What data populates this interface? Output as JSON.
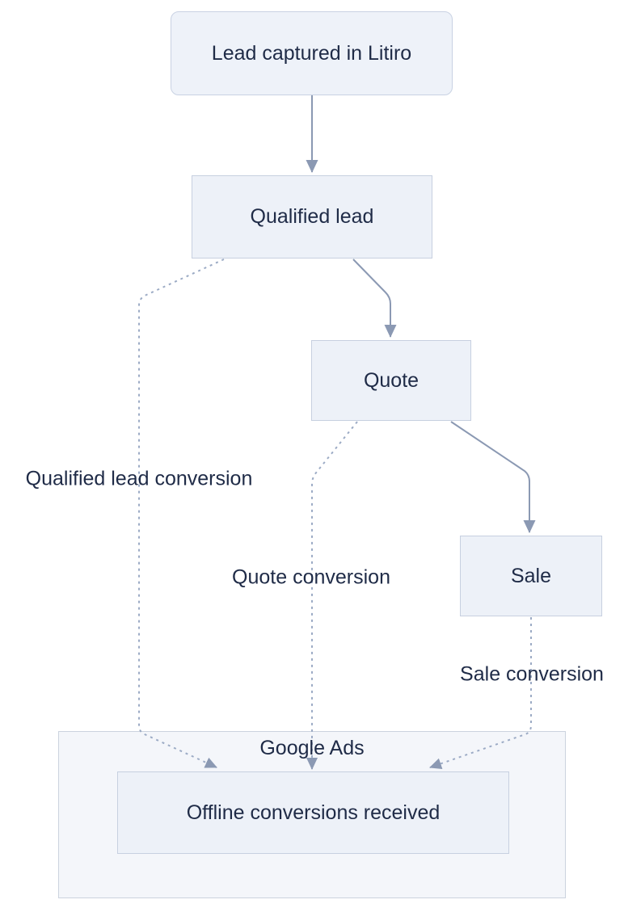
{
  "diagram": {
    "type": "flowchart",
    "direction": "top-down",
    "nodes": {
      "lead_captured": {
        "label": "Lead captured in Litiro",
        "shape": "rounded"
      },
      "qualified_lead": {
        "label": "Qualified lead",
        "shape": "rect"
      },
      "quote": {
        "label": "Quote",
        "shape": "rect"
      },
      "sale": {
        "label": "Sale",
        "shape": "rect"
      },
      "offline_conversions": {
        "label": "Offline conversions received",
        "shape": "rect"
      }
    },
    "cluster": {
      "label": "Google Ads",
      "contains": [
        "offline_conversions"
      ]
    },
    "edges": [
      {
        "from": "Lead captured in Litiro",
        "to": "Qualified lead",
        "style": "solid",
        "label": ""
      },
      {
        "from": "Qualified lead",
        "to": "Quote",
        "style": "solid",
        "label": ""
      },
      {
        "from": "Quote",
        "to": "Sale",
        "style": "solid",
        "label": ""
      },
      {
        "from": "Qualified lead",
        "to": "Offline conversions received",
        "style": "dashed",
        "label": "Qualified lead conversion"
      },
      {
        "from": "Quote",
        "to": "Offline conversions received",
        "style": "dashed",
        "label": "Quote conversion"
      },
      {
        "from": "Sale",
        "to": "Offline conversions received",
        "style": "dashed",
        "label": "Sale conversion"
      }
    ],
    "colors": {
      "background": "#ffffff",
      "node_fill": "#edf1f8",
      "node_border": "#c7d0e0",
      "cluster_fill": "#f4f6fa",
      "cluster_border": "#ccd3de",
      "solid_edge": "#8b99b3",
      "dashed_edge": "#9cabc5",
      "arrowhead": "#8b99b3",
      "text": "#1f2b47"
    }
  }
}
